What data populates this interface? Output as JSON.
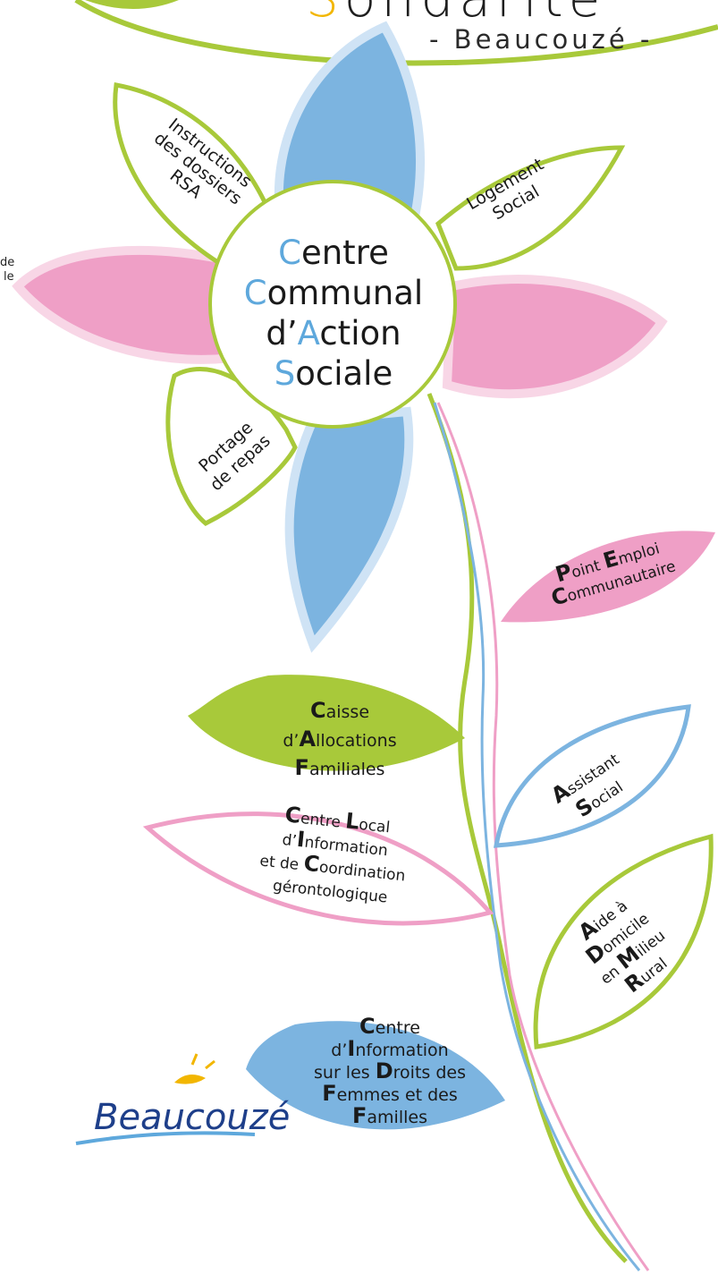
{
  "colors": {
    "green": "#a8c93a",
    "blue": "#7cb4e0",
    "pink": "#ef9fc6",
    "center_blue": "#5ea8dc",
    "title_green": "#f2b600"
  },
  "header": {
    "title_first_letter": "S",
    "title_rest": "olidarité",
    "subtitle": "- Beaucouzé -"
  },
  "center": {
    "line1": {
      "cap": "C",
      "rest": "entre"
    },
    "line2": {
      "cap": "C",
      "rest": "ommunal"
    },
    "line3": {
      "pre": "d’",
      "cap": "A",
      "rest": "ction"
    },
    "line4": {
      "cap": "S",
      "rest": "ociale"
    }
  },
  "petals": {
    "rsa": {
      "line1": "Instructions",
      "line2": "des dossiers",
      "line3": "RSA"
    },
    "logement": {
      "line1": "Logement",
      "line2": "Social"
    },
    "portage": {
      "line1": "Portage",
      "line2": "de repas"
    },
    "cut_left": {
      "line1": "de",
      "line2": "le"
    }
  },
  "leaves": {
    "pec": {
      "l1_cap": "P",
      "l1_rest": "oint ",
      "l1_cap2": "E",
      "l1_rest2": "mploi",
      "l2_cap": "C",
      "l2_rest": "ommunautaire"
    },
    "caf": {
      "l1_cap": "C",
      "l1_rest": "aisse",
      "l2_pre": "d’",
      "l2_cap": "A",
      "l2_rest": "llocations",
      "l3_cap": "F",
      "l3_rest": "amiliales"
    },
    "assistant": {
      "l1_cap": "A",
      "l1_rest": "ssistant",
      "l2_cap": "S",
      "l2_rest": "ocial"
    },
    "clic": {
      "l1_cap": "C",
      "l1_rest": "entre ",
      "l1_cap2": "L",
      "l1_rest2": "ocal",
      "l2_pre": "d’",
      "l2_cap": "I",
      "l2_rest": "nformation",
      "l3_pre": "et de ",
      "l3_cap": "C",
      "l3_rest": "oordination",
      "l4": "gérontologique"
    },
    "admr": {
      "l1_cap": "A",
      "l1_rest": "ide à",
      "l2_cap": "D",
      "l2_rest": "omicile",
      "l3_pre": "en ",
      "l3_cap": "M",
      "l3_rest": "ilieu",
      "l4_cap": "R",
      "l4_rest": "ural"
    },
    "cidff": {
      "l1_cap": "C",
      "l1_rest": "entre",
      "l2_pre": "d’",
      "l2_cap": "I",
      "l2_rest": "nformation",
      "l3_pre": "sur les ",
      "l3_cap": "D",
      "l3_rest": "roits des",
      "l4_cap": "F",
      "l4_rest": "emmes et des",
      "l5_cap": "F",
      "l5_rest": "amilles"
    }
  },
  "logo": {
    "text": "Beaucouzé"
  }
}
